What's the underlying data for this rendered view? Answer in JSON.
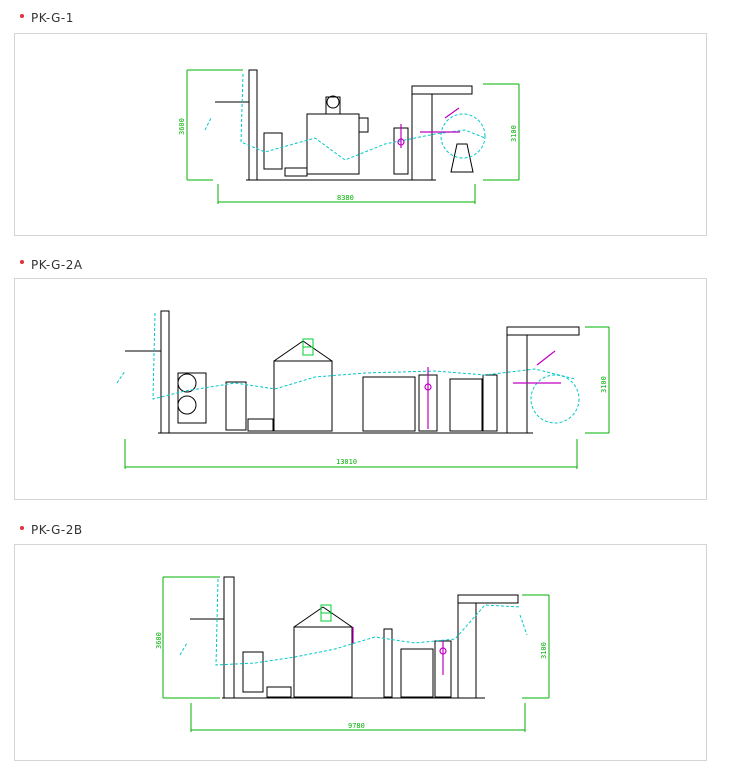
{
  "models": [
    {
      "title": "PK-G-1",
      "height_left": "3600",
      "height_right": "3100",
      "length": "8380"
    },
    {
      "title": "PK-G-2A",
      "height_right": "3100",
      "length": "13010"
    },
    {
      "title": "PK-G-2B",
      "height_left": "3600",
      "height_right": "3100",
      "length": "9780"
    }
  ],
  "colors": {
    "bullet": "#e0323c",
    "frame_border": "#d4d4d4",
    "dimension": "#00b000",
    "machine_line": "#000000",
    "fabric_path": "#00c8c8",
    "accent": "#c000c0"
  }
}
